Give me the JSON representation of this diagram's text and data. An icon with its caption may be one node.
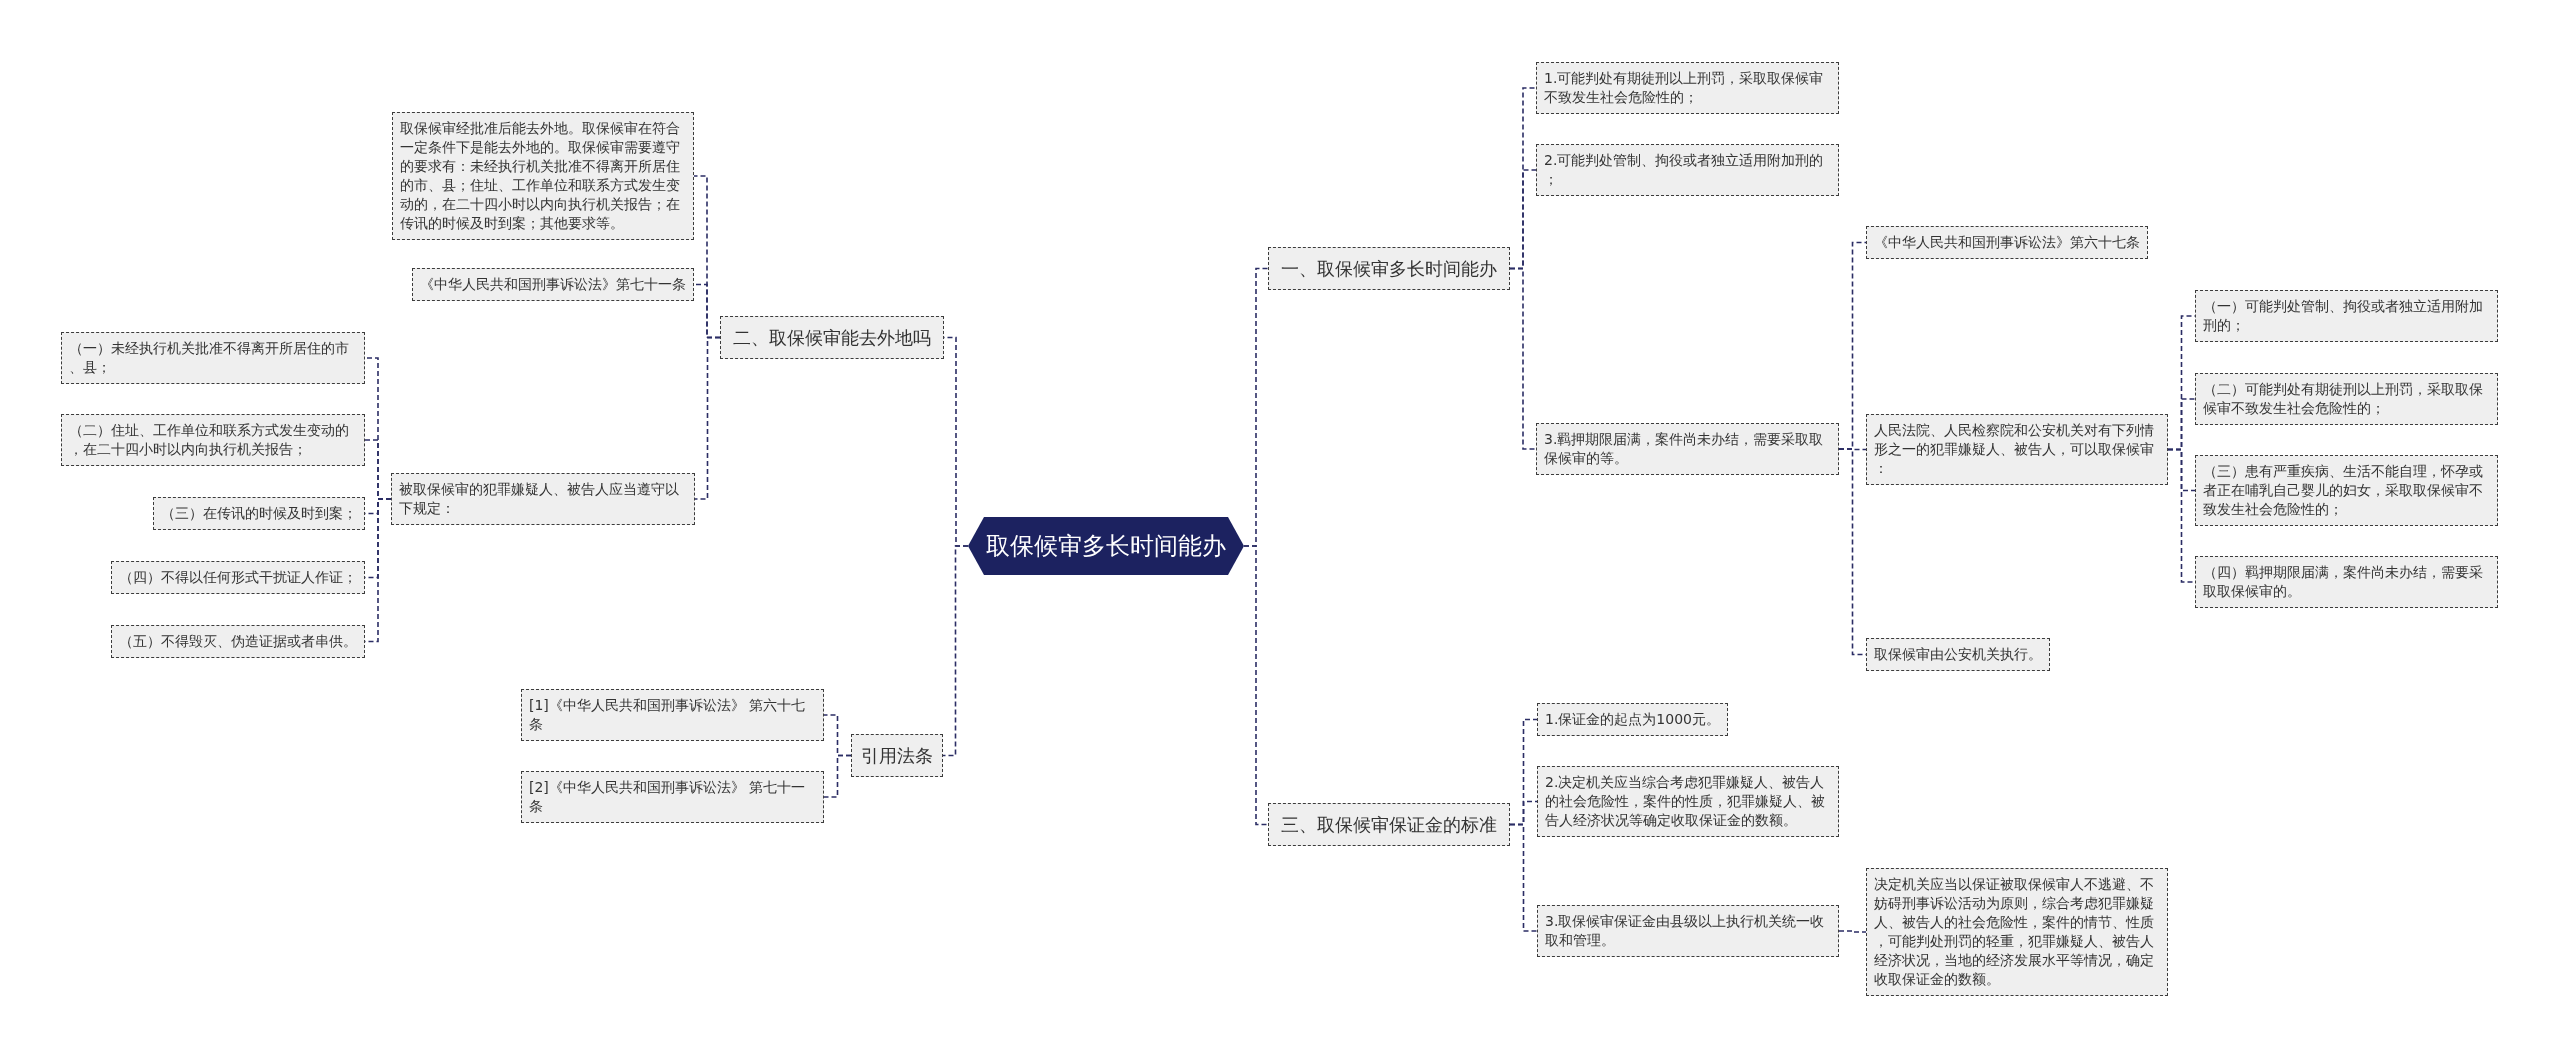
{
  "diagram": {
    "nodes": [
      {
        "text": [
          "取保候审多长时间能办"
        ]
      },
      {
        "text": [
          "一、取保候审多长时间能办"
        ]
      },
      {
        "text": [
          "1.可能判处有期徒刑以上刑罚，采取取保候审不致发生社会危险性的；"
        ]
      },
      {
        "text": [
          "2.可能判处管制、拘役或者独立适用附加刑的；"
        ]
      },
      {
        "text": [
          "3.羁押期限届满，案件尚未办结，需要采取取保候审的等。"
        ]
      },
      {
        "text": [
          "《中华人民共和国刑事诉讼法》第六十七条"
        ]
      },
      {
        "text": [
          "人民法院、人民检察院和公安机关对有下列情形之一的犯罪嫌疑人、被告人，可以取保候审："
        ]
      },
      {
        "text": [
          "（一）可能判处管制、拘役或者独立适用附加刑的；"
        ]
      },
      {
        "text": [
          "（二）可能判处有期徒刑以上刑罚，采取取保候审不致发生社会危险性的；"
        ]
      },
      {
        "text": [
          "（三）患有严重疾病、生活不能自理，怀孕或者正在哺乳自己婴儿的妇女，采取取保候审不致发生社会危险性的；"
        ]
      },
      {
        "text": [
          "（四）羁押期限届满，案件尚未办结，需要采取取保候审的。"
        ]
      },
      {
        "text": [
          "取保候审由公安机关执行。"
        ]
      },
      {
        "text": [
          "二、取保候审能去外地吗"
        ]
      },
      {
        "text": [
          "取保候审经批准后能去外地。取保候审在符合一定条件下是能去外地的。取保候审需要遵守的要求有：未经执行机关批准不得离开所居住的市、县；住址、工作单位和联系方式发生变动的，在二十四小时以内向执行机关报告；在传讯的时候及时到案；其他要求等。"
        ]
      },
      {
        "text": [
          "《中华人民共和国刑事诉讼法》第七十一条"
        ]
      },
      {
        "text": [
          "被取保候审的犯罪嫌疑人、被告人应当遵守以下规定："
        ]
      },
      {
        "text": [
          "（一）未经执行机关批准不得离开所居住的市、县；"
        ]
      },
      {
        "text": [
          "（二）住址、工作单位和联系方式发生变动的，在二十四小时以内向执行机关报告；"
        ]
      },
      {
        "text": [
          "（三）在传讯的时候及时到案；"
        ]
      },
      {
        "text": [
          "（四）不得以任何形式干扰证人作证；"
        ]
      },
      {
        "text": [
          "（五）不得毁灭、伪造证据或者串供。"
        ]
      },
      {
        "text": [
          "三、取保候审保证金的标准"
        ]
      },
      {
        "text": [
          "1.保证金的起点为1000元。"
        ]
      },
      {
        "text": [
          "2.决定机关应当综合考虑犯罪嫌疑人、被告人的社会危险性，案件的性质，犯罪嫌疑人、被告人经济状况等确定收取保证金的数额。"
        ]
      },
      {
        "text": [
          "3.取保候审保证金由县级以上执行机关统一收取和管理。"
        ]
      },
      {
        "text": [
          "决定机关应当以保证被取保候审人不逃避、不妨碍刑事诉讼活动为原则，综合考虑犯罪嫌疑人、被告人的社会危险性，案件的情节、性质，可能判处刑罚的轻重，犯罪嫌疑人、被告人经济状况，当地的经济发展水平等情况，确定收取保证金的数额。"
        ]
      },
      {
        "text": [
          "引用法条"
        ]
      },
      {
        "text": [
          "[1]《中华人民共和国刑事诉讼法》 第六十七条"
        ]
      },
      {
        "text": [
          "[2]《中华人民共和国刑事诉讼法》 第七十一条"
        ]
      }
    ],
    "edges": [
      {
        "from": 0,
        "to": 1,
        "arrow": "none"
      },
      {
        "from": 1,
        "to": 2,
        "arrow": "none"
      },
      {
        "from": 1,
        "to": 3,
        "arrow": "none"
      },
      {
        "from": 1,
        "to": 4,
        "arrow": "none"
      },
      {
        "from": 4,
        "to": 5,
        "arrow": "none"
      },
      {
        "from": 4,
        "to": 6,
        "arrow": "none"
      },
      {
        "from": 6,
        "to": 7,
        "arrow": "none"
      },
      {
        "from": 6,
        "to": 8,
        "arrow": "none"
      },
      {
        "from": 6,
        "to": 9,
        "arrow": "none"
      },
      {
        "from": 6,
        "to": 10,
        "arrow": "none"
      },
      {
        "from": 4,
        "to": 11,
        "arrow": "none"
      },
      {
        "from": 0,
        "to": 12,
        "arrow": "none"
      },
      {
        "from": 12,
        "to": 13,
        "arrow": "none"
      },
      {
        "from": 12,
        "to": 14,
        "arrow": "none"
      },
      {
        "from": 12,
        "to": 15,
        "arrow": "none"
      },
      {
        "from": 15,
        "to": 16,
        "arrow": "none"
      },
      {
        "from": 15,
        "to": 17,
        "arrow": "none"
      },
      {
        "from": 15,
        "to": 18,
        "arrow": "none"
      },
      {
        "from": 15,
        "to": 19,
        "arrow": "none"
      },
      {
        "from": 15,
        "to": 20,
        "arrow": "none"
      },
      {
        "from": 0,
        "to": 21,
        "arrow": "none"
      },
      {
        "from": 21,
        "to": 22,
        "arrow": "none"
      },
      {
        "from": 21,
        "to": 23,
        "arrow": "none"
      },
      {
        "from": 21,
        "to": 24,
        "arrow": "none"
      },
      {
        "from": 24,
        "to": 25,
        "arrow": "none"
      },
      {
        "from": 0,
        "to": 26,
        "arrow": "none"
      },
      {
        "from": 26,
        "to": 27,
        "arrow": "none"
      },
      {
        "from": 26,
        "to": 28,
        "arrow": "none"
      }
    ]
  }
}
